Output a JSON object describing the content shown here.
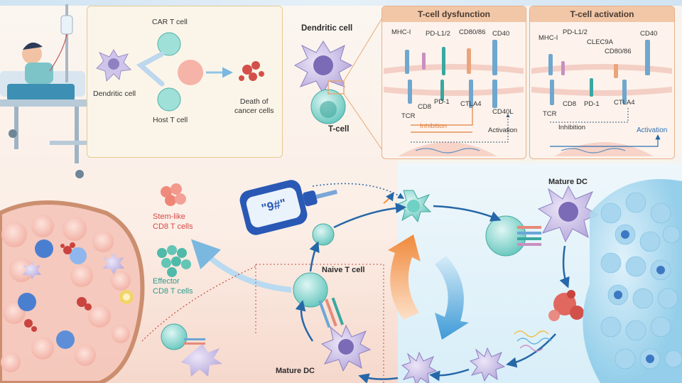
{
  "car_panel": {
    "car_t_cell": "CAR T cell",
    "dendritic_cell": "Dendritic cell",
    "host_t_cell": "Host T cell",
    "death_label": "Death of\ncancer cells"
  },
  "center_panel": {
    "dendritic_cell": "Dendritic cell",
    "t_cell": "T-cell"
  },
  "dysfunction_panel": {
    "title": "T-cell dysfunction",
    "mhc": "MHC-I",
    "pdl": "PD-L1/2",
    "cd8086": "CD80/86",
    "cd40": "CD40",
    "cd8": "CD8",
    "tcr": "TCR",
    "pd1": "PD-1",
    "ctla4": "CTLA4",
    "cd40l": "CD40L",
    "inhibition": "Inhibition",
    "activation": "Activation"
  },
  "activation_panel": {
    "title": "T-cell activation",
    "mhc": "MHC-I",
    "pdl": "PD-L1/2",
    "clec9a": "CLEC9A",
    "cd8086": "CD80/86",
    "cd40": "CD40",
    "tcr": "TCR",
    "cd8": "CD8",
    "pd1": "PD-1",
    "ctla4": "CTLA4",
    "inhibition": "Inhibition",
    "activation": "Activation"
  },
  "bottom": {
    "stem_like": "Stem-like\nCD8 T cells",
    "effector": "Effector\nCD8 T cells",
    "naive_t_cell": "Naive T cell",
    "mature_dc_right": "Mature DC",
    "mature_dc_left": "Mature DC",
    "bag_text": "\"9#\""
  },
  "colors": {
    "panel_title_bg": "#f1c7a7",
    "stem_red": "#d64a48",
    "effector_teal": "#2c9c8b",
    "arrow_blue": "#2667a8",
    "arrow_orange": "#f08a3c",
    "inhibition_orange": "#e0803e"
  }
}
